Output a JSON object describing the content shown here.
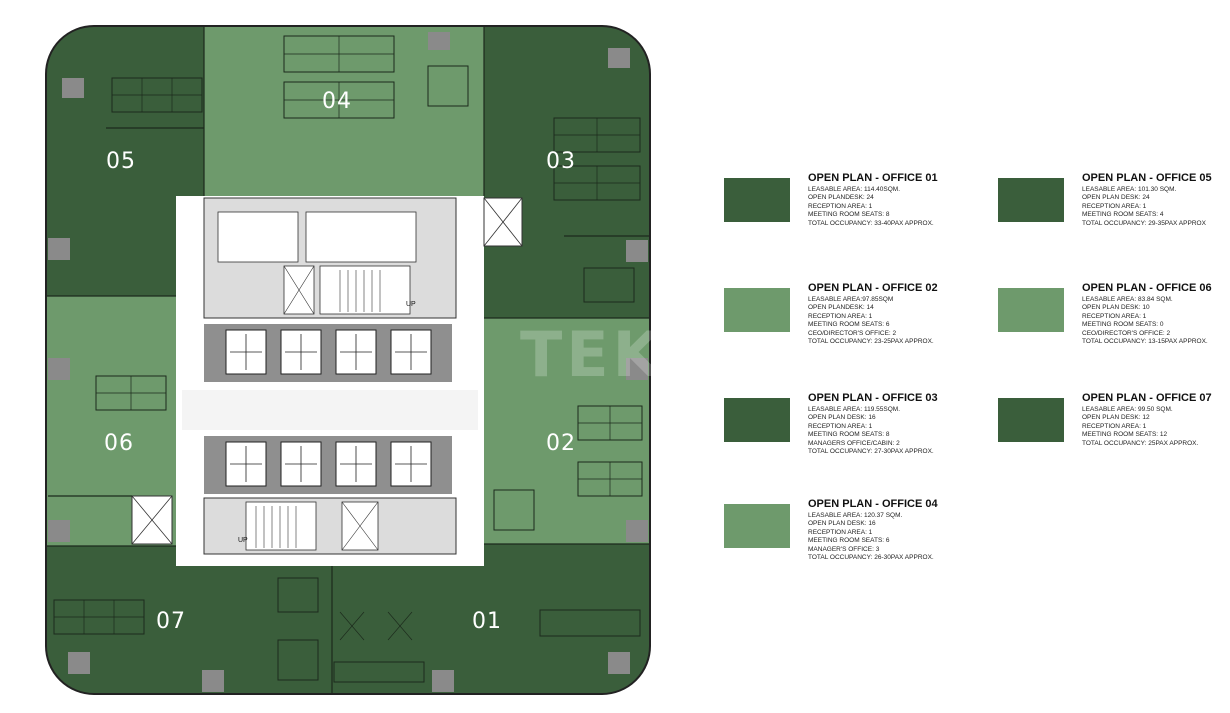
{
  "watermark": "TEKCE",
  "colors": {
    "dark": "#3a5e3b",
    "light": "#6e9a6c",
    "core": "#ffffff",
    "service": "#8a8a8a"
  },
  "plan": {
    "zones": [
      {
        "id": "01",
        "label": "01",
        "shade": "dark"
      },
      {
        "id": "02",
        "label": "02",
        "shade": "light"
      },
      {
        "id": "03",
        "label": "03",
        "shade": "dark"
      },
      {
        "id": "04",
        "label": "04",
        "shade": "light"
      },
      {
        "id": "05",
        "label": "05",
        "shade": "dark"
      },
      {
        "id": "06",
        "label": "06",
        "shade": "light"
      },
      {
        "id": "07",
        "label": "07",
        "shade": "dark"
      }
    ],
    "stair_labels": [
      "UP",
      "UP"
    ]
  },
  "legend": [
    {
      "id": "01",
      "shade": "dark",
      "title": "OPEN PLAN - OFFICE 01",
      "lines": [
        "LEASABLE AREA: 114.40SQM.",
        "OPEN PLANDESK: 24",
        "RECEPTION AREA: 1",
        "MEETING ROOM SEATS: 8",
        "TOTAL OCCUPANCY: 33-40pax approx."
      ]
    },
    {
      "id": "05",
      "shade": "dark",
      "title": "OPEN PLAN - OFFICE 05",
      "lines": [
        "LEASABLE AREA: 101.30 SQM.",
        "OPEN PLAN DESK: 24",
        "RECEPTION AREA: 1",
        "MEETING ROOM SEATS: 4",
        "TOTAL OCCUPANCY: 29-35pax approx"
      ]
    },
    {
      "id": "02",
      "shade": "light",
      "title": "OPEN PLAN - OFFICE 02",
      "lines": [
        "LEASABLE AREA:97.85SQM",
        "OPEN PLANDESK: 14",
        "RECEPTION AREA: 1",
        "MEETING ROOM SEATS: 6",
        "CEO/DIRECTOR'S OFFICE: 2",
        "TOTAL OCCUPANCY: 23-25pax approx."
      ]
    },
    {
      "id": "06",
      "shade": "light",
      "title": "OPEN PLAN  - OFFICE 06",
      "lines": [
        "LEASABLE AREA: 83.84 SQM.",
        "OPEN PLAN DESK: 10",
        "RECEPTION AREA: 1",
        "MEETING ROOM SEATS: 0",
        "CEO/DIRECTOR'S OFFICE: 2",
        "TOTAL OCCUPANCY: 13-15pax approx."
      ]
    },
    {
      "id": "03",
      "shade": "dark",
      "title": "OPEN PLAN - OFFICE 03",
      "lines": [
        "LEASABLE AREA: 119.55SQM.",
        "OPEN PLAN DESK: 16",
        "RECEPTION AREA: 1",
        "MEETING ROOM SEATS: 8",
        "MANAGERS OFFICE/CABIN: 2",
        "TOTAL OCCUPANCY: 27-30PAX APPROX."
      ]
    },
    {
      "id": "07",
      "shade": "dark",
      "title": "OPEN PLAN - OFFICE 07",
      "lines": [
        "LEASABLE AREA: 99.50 SQM.",
        "OPEN PLAN DESK: 12",
        "RECEPTION AREA: 1",
        "MEETING ROOM SEATS: 12",
        "TOTAL OCCUPANCY: 25pax approx."
      ]
    },
    {
      "id": "04",
      "shade": "light",
      "title": "OPEN PLAN - OFFICE 04",
      "lines": [
        "LEASABLE AREA: 120.37 SQM.",
        "OPEN PLAN DESK: 16",
        "RECEPTION AREA: 1",
        "MEETING ROOM SEATS: 6",
        "MANAGER'S OFFICE: 3",
        "TOTAL OCCUPANCY: 26-30pax approx."
      ]
    }
  ]
}
